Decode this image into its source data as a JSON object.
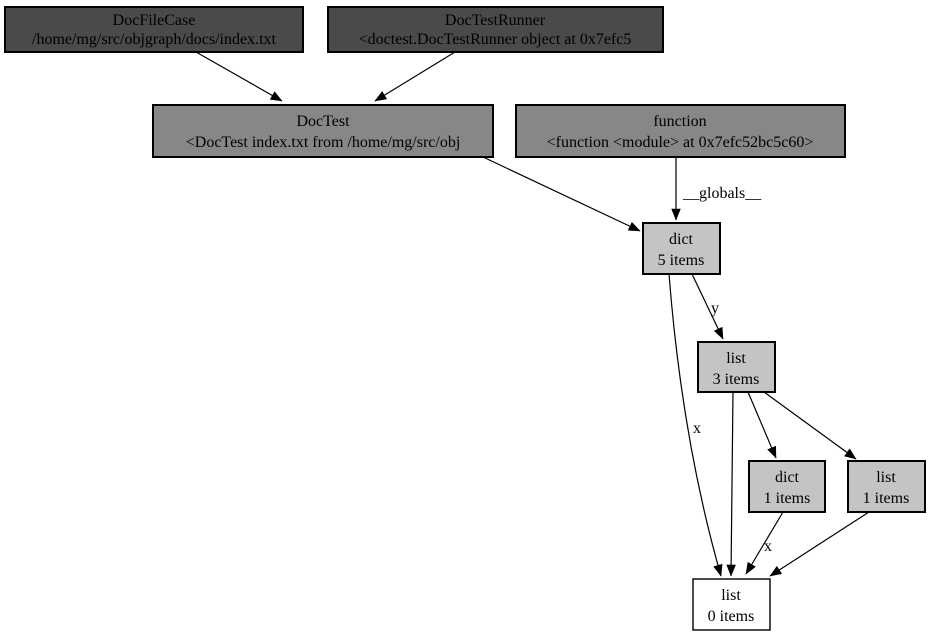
{
  "graph": {
    "type": "object-reference-graph",
    "background": "#ffffff",
    "colors": {
      "node_dark_fill": "#4a4a4a",
      "node_dark_text": "#ffffff",
      "node_mid_fill": "#878787",
      "node_mid_text": "#000000",
      "node_light_fill": "#c4c4c4",
      "node_light_text": "#000000",
      "node_target_fill": "#ffffff",
      "node_target_text": "#ff0000",
      "edge_color": "#000000"
    }
  },
  "nodes": [
    {
      "id": "DocFileCase",
      "title": "DocFileCase",
      "subtitle": "/home/mg/src/objgraph/docs/index.txt",
      "fill": "#4a4a4a",
      "text_color": "#ffffff"
    },
    {
      "id": "DocTestRunner",
      "title": "DocTestRunner",
      "subtitle": "<doctest.DocTestRunner object at 0x7efc5",
      "fill": "#4a4a4a",
      "text_color": "#ffffff"
    },
    {
      "id": "DocTest",
      "title": "DocTest",
      "subtitle": "<DocTest index.txt from /home/mg/src/obj",
      "fill": "#878787",
      "text_color": "#000000"
    },
    {
      "id": "function",
      "title": "function",
      "subtitle": "<function <module> at 0x7efc52bc5c60>",
      "fill": "#878787",
      "text_color": "#000000"
    },
    {
      "id": "dict-5-items",
      "title": "dict",
      "subtitle": "5 items",
      "fill": "#c4c4c4",
      "text_color": "#000000"
    },
    {
      "id": "list-3-items",
      "title": "list",
      "subtitle": "3 items",
      "fill": "#c4c4c4",
      "text_color": "#000000"
    },
    {
      "id": "dict-1-items",
      "title": "dict",
      "subtitle": "1 items",
      "fill": "#c4c4c4",
      "text_color": "#000000"
    },
    {
      "id": "list-1-items",
      "title": "list",
      "subtitle": "1 items",
      "fill": "#c4c4c4",
      "text_color": "#000000"
    },
    {
      "id": "list-0-items",
      "title": "list",
      "subtitle": "0 items",
      "fill": "#ffffff",
      "text_color": "#ff0000"
    }
  ],
  "edges": [
    {
      "from": "DocFileCase",
      "to": "DocTest",
      "label": ""
    },
    {
      "from": "DocTestRunner",
      "to": "DocTest",
      "label": ""
    },
    {
      "from": "DocTest",
      "to": "dict-5-items",
      "label": ""
    },
    {
      "from": "function",
      "to": "dict-5-items",
      "label": "__globals__"
    },
    {
      "from": "dict-5-items",
      "to": "list-3-items",
      "label": "y"
    },
    {
      "from": "dict-5-items",
      "to": "list-0-items",
      "label": "x"
    },
    {
      "from": "list-3-items",
      "to": "list-0-items",
      "label": ""
    },
    {
      "from": "list-3-items",
      "to": "dict-1-items",
      "label": ""
    },
    {
      "from": "list-3-items",
      "to": "list-1-items",
      "label": ""
    },
    {
      "from": "dict-1-items",
      "to": "list-0-items",
      "label": "x"
    },
    {
      "from": "list-1-items",
      "to": "list-0-items",
      "label": ""
    }
  ]
}
